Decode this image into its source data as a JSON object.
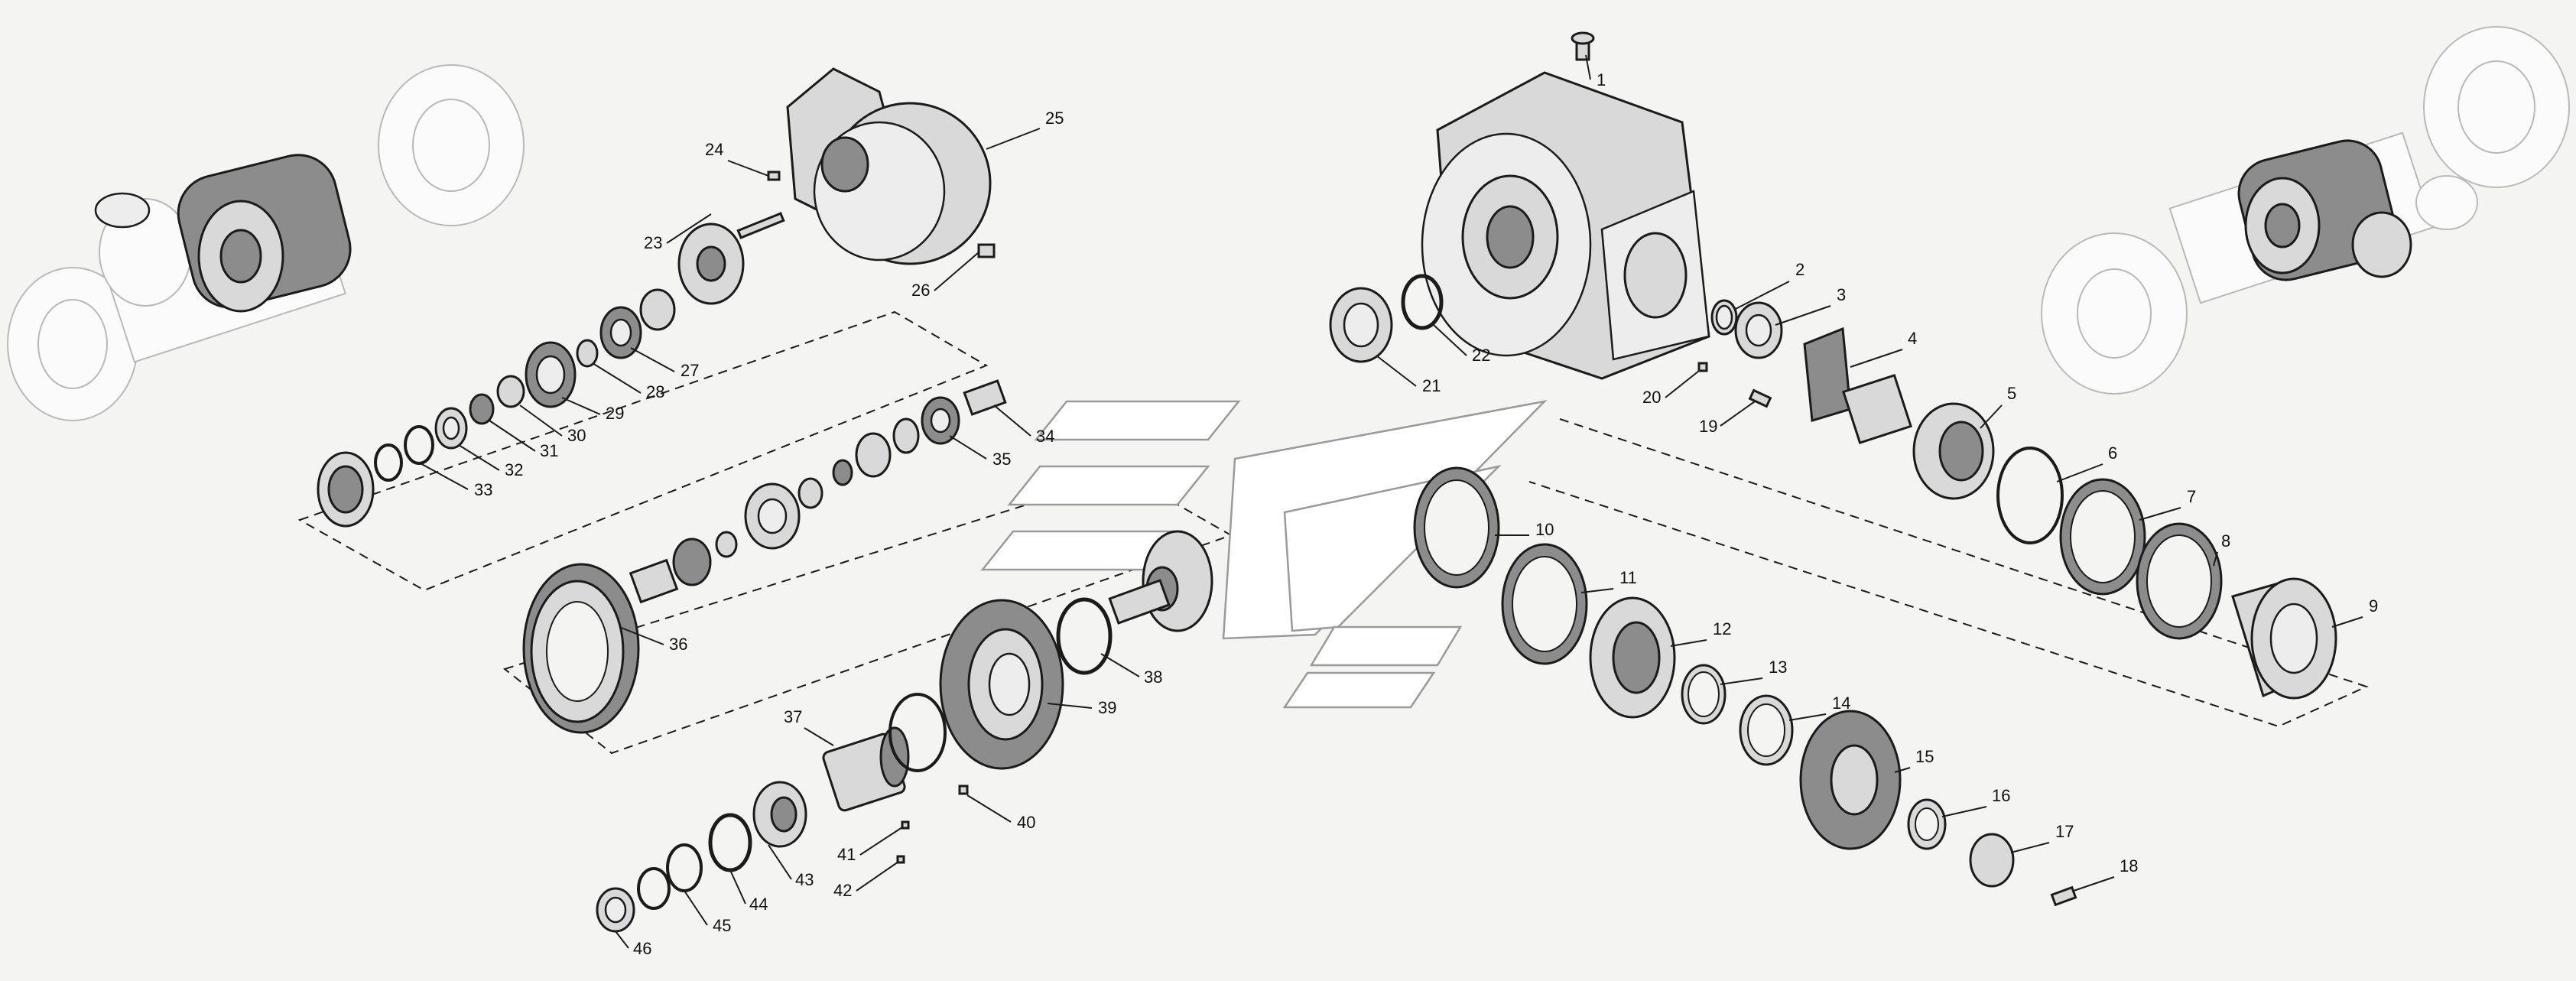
{
  "callouts": [
    {
      "id": "1"
    },
    {
      "id": "2"
    },
    {
      "id": "3"
    },
    {
      "id": "4"
    },
    {
      "id": "5"
    },
    {
      "id": "6"
    },
    {
      "id": "7"
    },
    {
      "id": "8"
    },
    {
      "id": "9"
    },
    {
      "id": "10"
    },
    {
      "id": "11"
    },
    {
      "id": "12"
    },
    {
      "id": "13"
    },
    {
      "id": "14"
    },
    {
      "id": "15"
    },
    {
      "id": "16"
    },
    {
      "id": "17"
    },
    {
      "id": "18"
    },
    {
      "id": "19"
    },
    {
      "id": "20"
    },
    {
      "id": "21"
    },
    {
      "id": "22"
    },
    {
      "id": "23"
    },
    {
      "id": "24"
    },
    {
      "id": "25"
    },
    {
      "id": "26"
    },
    {
      "id": "27"
    },
    {
      "id": "28"
    },
    {
      "id": "29"
    },
    {
      "id": "30"
    },
    {
      "id": "31"
    },
    {
      "id": "32"
    },
    {
      "id": "33"
    },
    {
      "id": "34"
    },
    {
      "id": "35"
    },
    {
      "id": "36"
    },
    {
      "id": "37"
    },
    {
      "id": "38"
    },
    {
      "id": "39"
    },
    {
      "id": "40"
    },
    {
      "id": "41"
    },
    {
      "id": "42"
    },
    {
      "id": "43"
    },
    {
      "id": "44"
    },
    {
      "id": "45"
    },
    {
      "id": "46"
    }
  ],
  "colors": {
    "background": "#f4f5f2",
    "part_fill": "#d9d9d9",
    "part_dark": "#8c8c8c",
    "line": "#1b1b1b",
    "context_ghost": "#b9b9b9"
  }
}
